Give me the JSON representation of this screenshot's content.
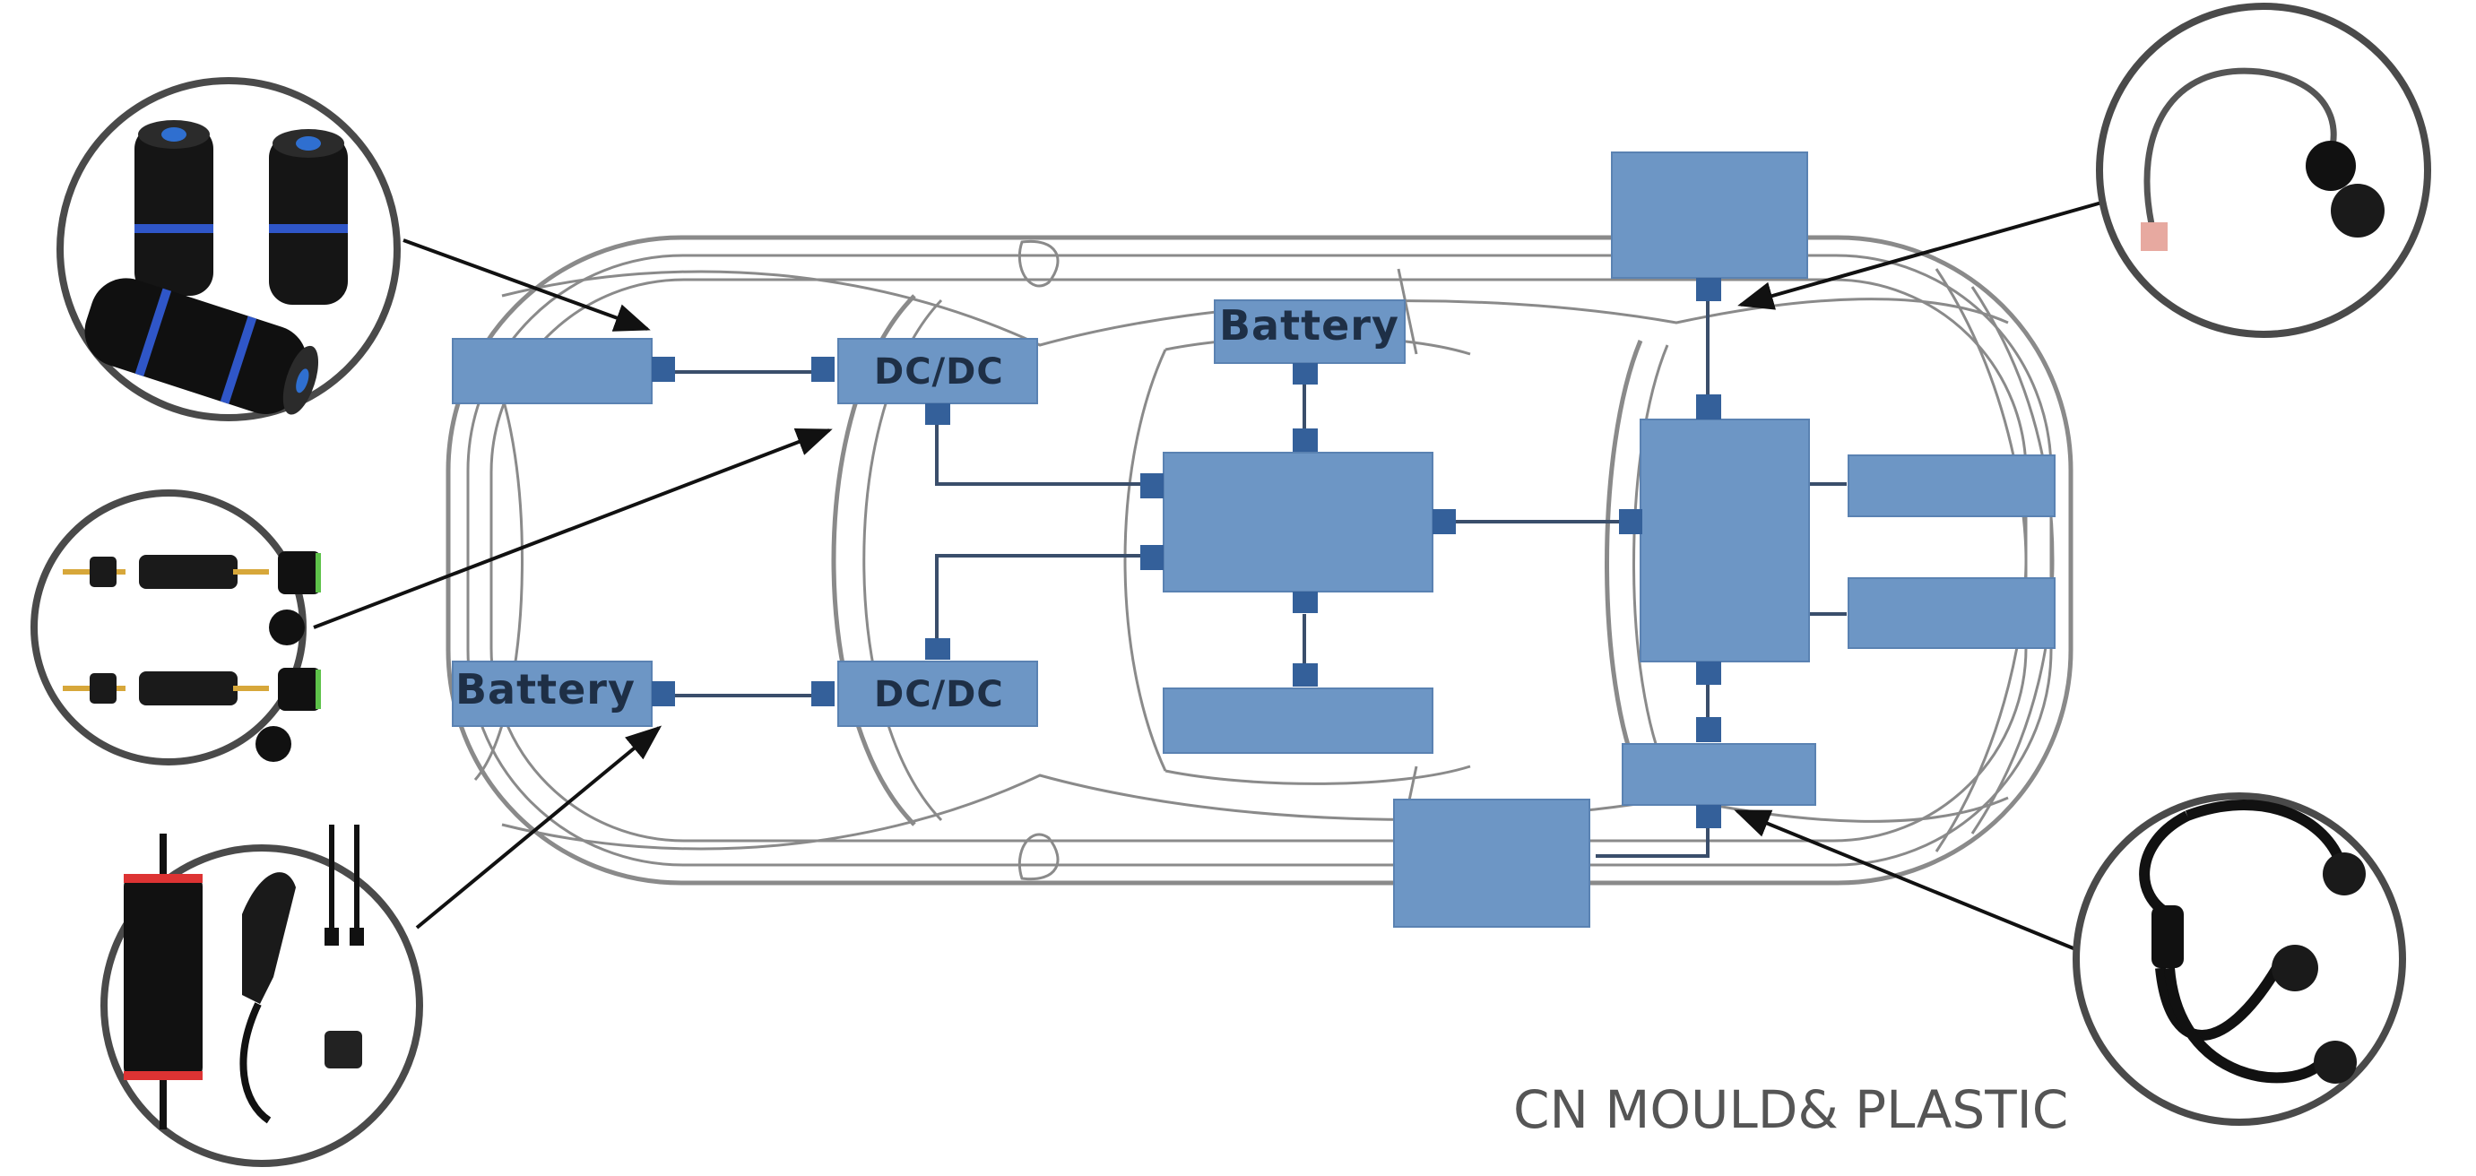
{
  "diagram": {
    "labels": {
      "battery_top": "Battery",
      "battery_left": "Battery",
      "dcdc_top": "DC/DC",
      "dcdc_bottom": "DC/DC"
    },
    "watermark": "CN MOULD& PLASTIC",
    "colors": {
      "box_fill": "#6d96c5",
      "connector_fill": "#34609a",
      "wire": "#3a4e6b",
      "car_outline": "#7a7a7a",
      "arrow": "#111111",
      "circle_border": "#4a4a4a"
    },
    "callouts": [
      {
        "icon": "waterproof-junction-connector-icon"
      },
      {
        "icon": "panel-mount-connector-pair-icon"
      },
      {
        "icon": "portable-ev-charger-icon"
      },
      {
        "icon": "rj45-panel-cable-icon"
      },
      {
        "icon": "y-splitter-cable-icon"
      }
    ]
  }
}
